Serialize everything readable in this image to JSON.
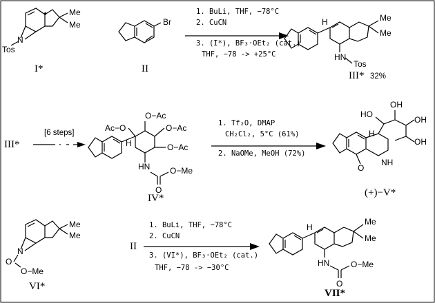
{
  "scheme": {
    "row1": {
      "compound_I": "I*",
      "compound_II": "II",
      "compound_III": "III*",
      "yield": "32%",
      "conditions": [
        "1. BuLi, THF, −78°C",
        "2. CuCN",
        "3. (I*), BF₃·OEt₂ (cat.)",
        "THF, −78 -> +25°C"
      ],
      "labels": {
        "me1": "Me",
        "me2": "Me",
        "tos_I": "Tos",
        "n_I": "N",
        "br": "Br",
        "hn": "HN",
        "tos_III": "Tos",
        "h": "H",
        "me3": "Me",
        "me4": "Me"
      }
    },
    "row2": {
      "start": "III*",
      "steps": "[6 steps]",
      "compound_IV": "IV*",
      "compound_V": "(+)−V*",
      "conditions": [
        "1. Tf₂O, DMAP",
        "CH₂Cl₂, 5°C (61%)",
        "2. NaOMe, MeOH (72%)"
      ],
      "labels": {
        "oac1": "O−Ac",
        "oac2": "Ac−O",
        "oac3": "O−Ac",
        "oac4": "O−Ac",
        "h": "H",
        "hn": "HN",
        "o": "O",
        "ome": "O−Me",
        "oh1": "OH",
        "oh2": "HO",
        "oh3": "OH",
        "oh4": "OH",
        "h2": "H",
        "o2": "O",
        "nh": "NH"
      }
    },
    "row3": {
      "compound_VI": "VI*",
      "compound_II": "II",
      "compound_VII": "VII*",
      "conditions": [
        "1. BuLi, THF, −78°C",
        "2. CuCN",
        "3. (VI*), BF₃·OEt₂ (cat.)",
        "THF, −78 -> −30°C"
      ],
      "labels": {
        "me1": "Me",
        "me2": "Me",
        "n": "N",
        "o": "O",
        "ome": "O−Me",
        "h": "H",
        "hn": "HN",
        "o2": "O",
        "ome2": "O−Me",
        "me3": "Me",
        "me4": "Me"
      }
    }
  }
}
